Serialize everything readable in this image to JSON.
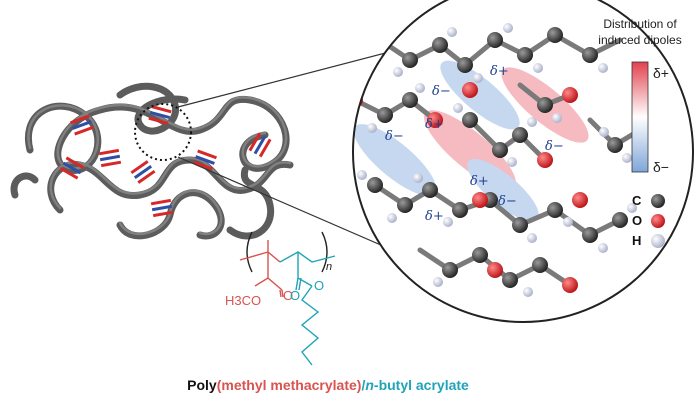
{
  "legend": {
    "title_line1": "Distribution of",
    "title_line2": "induced dipoles",
    "positive": "δ+",
    "negative": "δ−"
  },
  "atoms": [
    {
      "label": "C",
      "color": "#3a3a3a"
    },
    {
      "label": "O",
      "color": "#d62828"
    },
    {
      "label": "H",
      "color": "#c9cfe6"
    }
  ],
  "partial_charges": {
    "plus": "δ+",
    "minus": "δ−"
  },
  "structure": {
    "ester_label": "H3CO",
    "carbonyl": "O",
    "ester_o2": "O",
    "repeat_index": "n"
  },
  "caption": {
    "part1": "Poly",
    "part2": "(methyl methacrylate)",
    "part3": "/",
    "part4": "n",
    "part5": "-butyl acrylate"
  },
  "colors": {
    "mma": "#d9534f",
    "ba": "#1fa4b8",
    "chain": "#6b6b6b",
    "positive": "#f0a0a6",
    "negative": "#a9c4e6"
  }
}
